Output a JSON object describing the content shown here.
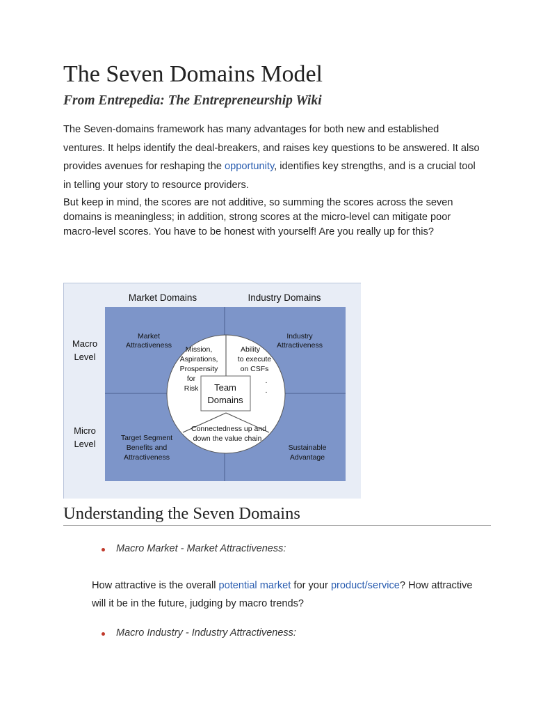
{
  "title": "The Seven Domains Model",
  "subtitle": "From Entrepedia: The Entrepreneurship Wiki",
  "paragraph1": {
    "text_before": "The Seven-domains framework has many advantages for both new and established ventures. It helps identify the deal-breakers, and raises key questions to be answered. It also provides avenues for reshaping the ",
    "link": "opportunity",
    "text_after": ", identifies key strengths, and is a crucial tool in telling your story to resource providers."
  },
  "paragraph2": "But keep in mind, the scores are not additive, so summing the scores across the seven domains is meaningless; in addition, strong scores at the micro-level can mitigate poor macro-level scores. You have to be honest with yourself! Are you really up for this?",
  "figure": {
    "col_header_left": "Market Domains",
    "col_header_right": "Industry Domains",
    "row_label_top": [
      "Macro",
      "Level"
    ],
    "row_label_bottom": [
      "Micro",
      "Level"
    ],
    "cell_top_left": [
      "Market",
      "Attractiveness"
    ],
    "cell_top_right": [
      "Industry",
      "Attractiveness"
    ],
    "cell_bottom_left": [
      "Target Segment",
      "Benefits and",
      "Attractiveness"
    ],
    "cell_bottom_right": [
      "Sustainable",
      "Advantage"
    ],
    "circle_left": [
      "Mission,",
      "Aspirations,",
      "Prospensity",
      "for",
      "Risk"
    ],
    "circle_right": [
      "Ability",
      "to execute",
      "on CSFs",
      ".",
      "."
    ],
    "circle_center": [
      "Team",
      "Domains"
    ],
    "circle_bottom": [
      "Connectedness up and",
      "down the value chain"
    ],
    "colors": {
      "cell_fill": "#7d95c9",
      "background": "#e8edf6",
      "circle_fill": "#ffffff"
    }
  },
  "section_heading": "Understanding the Seven Domains",
  "bullet1": "Macro Market - Market Attractiveness:",
  "paragraph3": {
    "text_before": "How attractive is the overall ",
    "link1": "potential market",
    "text_middle": " for your ",
    "link2": "product/service",
    "text_after": "? How attractive will it be in the future, judging by macro trends?"
  },
  "bullet2": "Macro Industry - Industry Attractiveness:"
}
